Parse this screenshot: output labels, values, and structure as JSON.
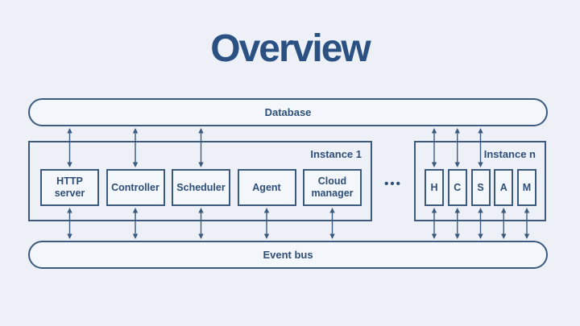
{
  "title": "Overview",
  "nodes": {
    "database": "Database",
    "event_bus": "Event bus"
  },
  "ellipsis": "•••",
  "colors": {
    "background": "#edf1f7",
    "node_fill": "#f3f6fa",
    "line": "#3b5a7d",
    "text": "#2e4e77",
    "title": "#2b5183"
  },
  "instances": [
    {
      "label": "Instance 1",
      "components": [
        {
          "label": "HTTP server",
          "connects_database": true
        },
        {
          "label": "Controller",
          "connects_database": true
        },
        {
          "label": "Scheduler",
          "connects_database": true
        },
        {
          "label": "Agent",
          "connects_database": false
        },
        {
          "label": "Cloud manager",
          "connects_database": false
        }
      ]
    },
    {
      "label": "Instance n",
      "components": [
        {
          "label": "H",
          "connects_database": true
        },
        {
          "label": "C",
          "connects_database": true
        },
        {
          "label": "S",
          "connects_database": true
        },
        {
          "label": "A",
          "connects_database": false
        },
        {
          "label": "M",
          "connects_database": false
        }
      ]
    }
  ]
}
